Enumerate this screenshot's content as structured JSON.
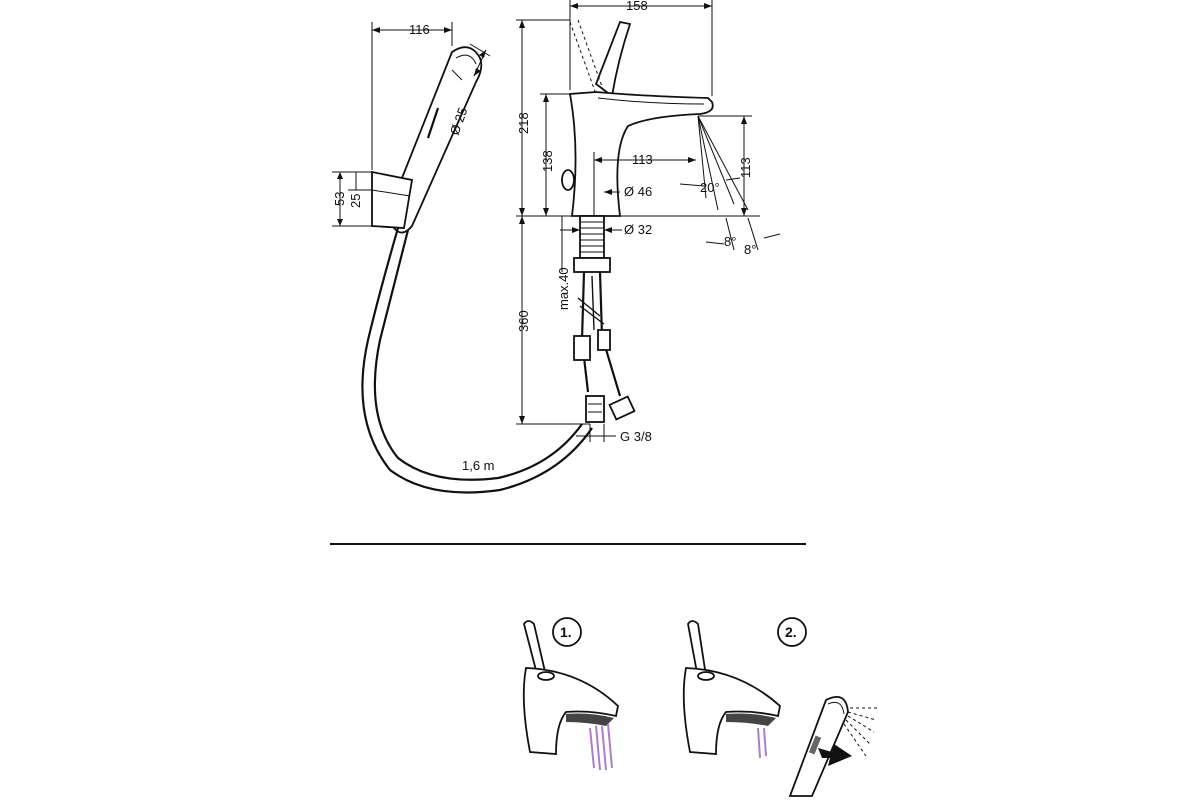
{
  "dimensions": {
    "handshower_width": "116",
    "handshower_diameter": "Ø 25",
    "holder_height": "53",
    "holder_inner": "25",
    "hose_length": "1,6 m",
    "spout_width": "158",
    "total_height": "218",
    "spout_height": "138",
    "spout_reach": "113",
    "outlet_height": "113",
    "body_diameter": "Ø 46",
    "shank_diameter": "Ø 32",
    "spray_angle": "20°",
    "tilt_left": "8°",
    "tilt_right": "8°",
    "max_thickness": "max.40",
    "below_height": "360",
    "connection": "G 3/8"
  },
  "steps": {
    "step1": "1.",
    "step2": "2."
  },
  "colors": {
    "line": "#111111",
    "water": "#b07cc6"
  },
  "icons": [
    "arrow-icon",
    "spray-icon"
  ]
}
